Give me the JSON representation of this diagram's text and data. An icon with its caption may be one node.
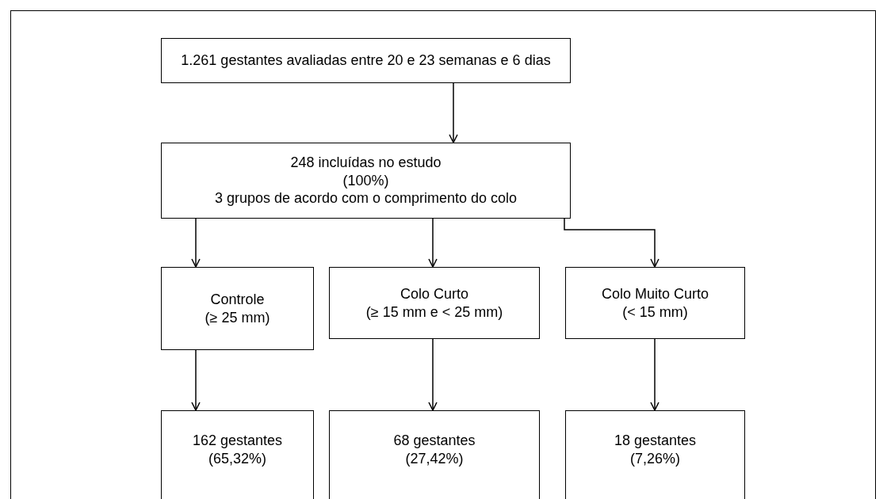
{
  "diagram": {
    "nodes": [
      {
        "text": [
          "1.261 gestantes avaliadas entre 20 e 23 semanas e 6 dias"
        ]
      },
      {
        "text": [
          "248 incluídas no estudo",
          "(100%)",
          "3 grupos de acordo com o comprimento do colo"
        ]
      },
      {
        "text": [
          "Controle",
          "(≥ 25 mm)"
        ]
      },
      {
        "text": [
          "Colo Curto",
          "(≥ 15 mm e < 25 mm)"
        ]
      },
      {
        "text": [
          "Colo Muito Curto",
          "(< 15 mm)"
        ]
      },
      {
        "text": [
          "162 gestantes",
          "(65,32%)"
        ]
      },
      {
        "text": [
          "68 gestantes",
          "(27,42%)"
        ]
      },
      {
        "text": [
          "18 gestantes",
          "(7,26%)"
        ]
      }
    ],
    "edges": [
      {
        "from": 0,
        "to": 1,
        "arrow": "to"
      },
      {
        "from": 1,
        "to": 2,
        "arrow": "to"
      },
      {
        "from": 1,
        "to": 3,
        "arrow": "to"
      },
      {
        "from": 1,
        "to": 4,
        "arrow": "to"
      },
      {
        "from": 2,
        "to": 5,
        "arrow": "to"
      },
      {
        "from": 3,
        "to": 6,
        "arrow": "to"
      },
      {
        "from": 4,
        "to": 7,
        "arrow": "to"
      }
    ]
  }
}
